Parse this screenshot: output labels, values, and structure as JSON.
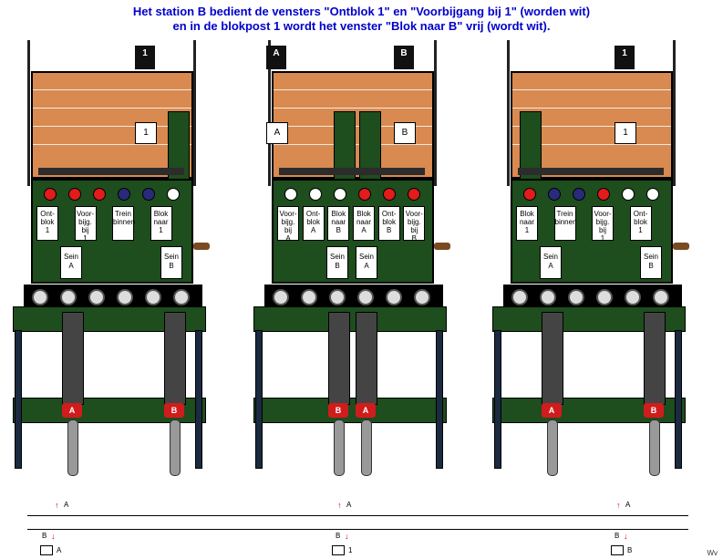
{
  "title_line1": "Het station B bedient de vensters \"Ontblok 1\" en \"Voorbijgang bij 1\" (worden wit)",
  "title_line2": "en in de blokpost 1 wordt het venster \"Blok naar B\" vrij (wordt wit).",
  "units": [
    {
      "name": "station-a",
      "top_signals": [
        "1"
      ],
      "hanging": [
        "1"
      ],
      "windows": [
        [
          "Ont-",
          "blok",
          "1"
        ],
        [
          "Voor-",
          "bijg.",
          "bij",
          "1"
        ],
        [
          "Trein",
          "binnen"
        ],
        [
          "Blok",
          "naar",
          "1"
        ]
      ],
      "seins": [
        [
          "Sein",
          "A"
        ],
        [
          "Sein",
          "B"
        ]
      ],
      "disks": [
        "1",
        "2",
        "3",
        "4",
        "5",
        "6"
      ],
      "knobs": [
        "A",
        "B"
      ],
      "track_labels": [
        "A",
        "B"
      ],
      "box_label": "A"
    },
    {
      "name": "blokpost-1",
      "top_signals": [
        "A",
        "B"
      ],
      "hanging": [
        "A",
        "B"
      ],
      "windows": [
        [
          "Voor-",
          "bijg.",
          "bij",
          "A"
        ],
        [
          "Ont-",
          "blok",
          "A"
        ],
        [
          "Blok",
          "naar",
          "B"
        ],
        [
          "Blok",
          "naar",
          "A"
        ],
        [
          "Ont-",
          "blok",
          "B"
        ],
        [
          "Voor-",
          "bijg.",
          "bij",
          "B"
        ]
      ],
      "seins": [
        [
          "Sein",
          "B"
        ],
        [
          "Sein",
          "A"
        ]
      ],
      "disks": [
        "1",
        "2",
        "3",
        "4",
        "5",
        "6"
      ],
      "knobs": [
        "B",
        "A"
      ],
      "track_labels": [
        "A",
        "B"
      ],
      "box_label": "1"
    },
    {
      "name": "station-b",
      "top_signals": [
        "1"
      ],
      "hanging": [
        "1"
      ],
      "windows": [
        [
          "Blok",
          "naar",
          "1"
        ],
        [
          "Trein",
          "binnen"
        ],
        [
          "Voor-",
          "bijg.",
          "bij",
          "1"
        ],
        [
          "Ont-",
          "blok",
          "1"
        ]
      ],
      "seins": [
        [
          "Sein",
          "A"
        ],
        [
          "Sein",
          "B"
        ]
      ],
      "disks": [
        "1",
        "2",
        "3",
        "4",
        "5",
        "6"
      ],
      "knobs": [
        "A",
        "B"
      ],
      "track_labels": [
        "A",
        "B"
      ],
      "box_label": "B"
    }
  ],
  "signature": "Wv"
}
